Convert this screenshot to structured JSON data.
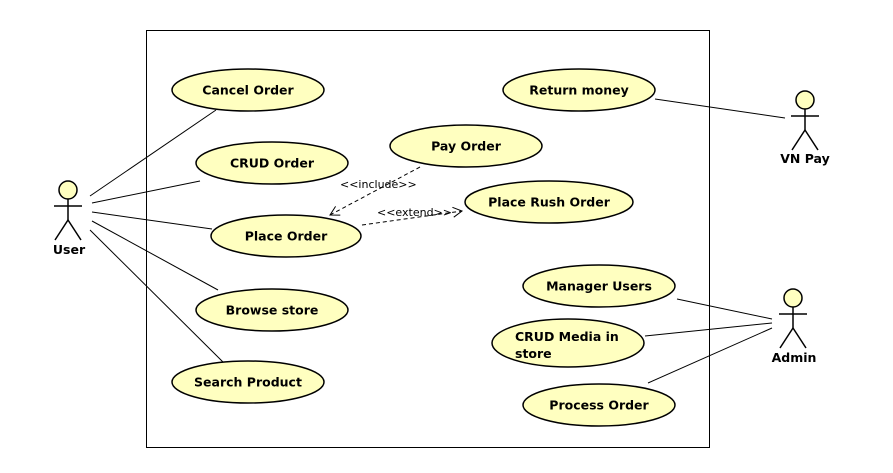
{
  "actors": {
    "user": "User",
    "vnpay": "VN Pay",
    "admin": "Admin"
  },
  "use_cases": {
    "cancel_order": "Cancel Order",
    "crud_order": "CRUD Order",
    "place_order": "Place Order",
    "browse_store": "Browse store",
    "search_product": "Search Product",
    "pay_order": "Pay Order",
    "place_rush_order": "Place Rush Order",
    "return_money": "Return money",
    "manager_users": "Manager Users",
    "crud_media_line1": "CRUD Media in",
    "crud_media_line2": "store",
    "process_order": "Process Order"
  },
  "relations": {
    "include": "<<include>>",
    "extend": "<<extend>>"
  },
  "colors": {
    "use_case_fill": "#ffffc0",
    "actor_fill": "#ffffc0",
    "stroke": "#000000"
  }
}
